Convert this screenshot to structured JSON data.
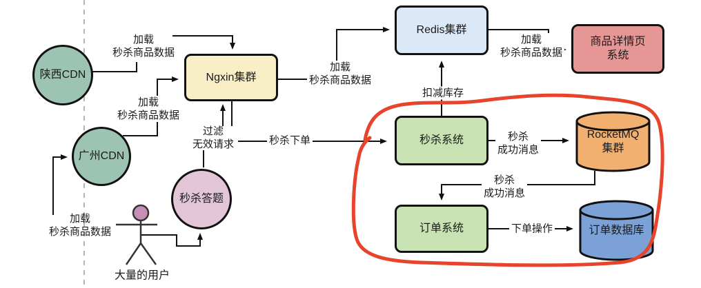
{
  "nodes": {
    "cdn_shaanxi": {
      "label": "陕西CDN"
    },
    "cdn_guangzhou": {
      "label": "广州CDN"
    },
    "nginx": {
      "label": "Ngxin集群"
    },
    "redis": {
      "label": "Redis集群"
    },
    "product_detail": {
      "line1": "商品详情页",
      "line2": "系统"
    },
    "seckill": {
      "label": "秒杀系统"
    },
    "order": {
      "label": "订单系统"
    },
    "rocketmq": {
      "line1": "RocketMQ",
      "line2": "集群"
    },
    "order_db": {
      "label": "订单数据库"
    },
    "quiz": {
      "label": "秒杀答题"
    },
    "users": {
      "label": "大量的用户"
    }
  },
  "edge_labels": {
    "load_top": {
      "line1": "加载",
      "line2": "秒杀商品数据"
    },
    "load_mid": {
      "line1": "加载",
      "line2": "秒杀商品数据"
    },
    "load_user": {
      "line1": "加载",
      "line2": "秒杀商品数据"
    },
    "load_redis": {
      "line1": "加载",
      "line2": "秒杀商品数据"
    },
    "load_detail": {
      "line1": "加载",
      "line2": "秒杀商品数据"
    },
    "filter": {
      "line1": "过滤",
      "line2": "无效请求"
    },
    "seckill_order": {
      "label": "秒杀下单"
    },
    "deduct_stock": {
      "label": "扣减库存"
    },
    "success_msg1": {
      "line1": "秒杀",
      "line2": "成功消息"
    },
    "success_msg2": {
      "line1": "秒杀",
      "line2": "成功消息"
    },
    "place_order": {
      "label": "下单操作"
    }
  },
  "colors": {
    "cdn_fill": "#9dc3b3",
    "nginx_fill": "#f9efc7",
    "redis_fill": "#dbe8f7",
    "detail_fill": "#e69695",
    "system_fill": "#c8e2b3",
    "rocketmq_fill": "#f1b070",
    "orderdb_fill": "#7ba1d7",
    "quiz_fill": "#e2c6d8",
    "user_head_fill": "#c88fb6",
    "annotation_red": "#e8432b",
    "line_black": "#111111",
    "dashed_gray": "#b3b3b3"
  }
}
